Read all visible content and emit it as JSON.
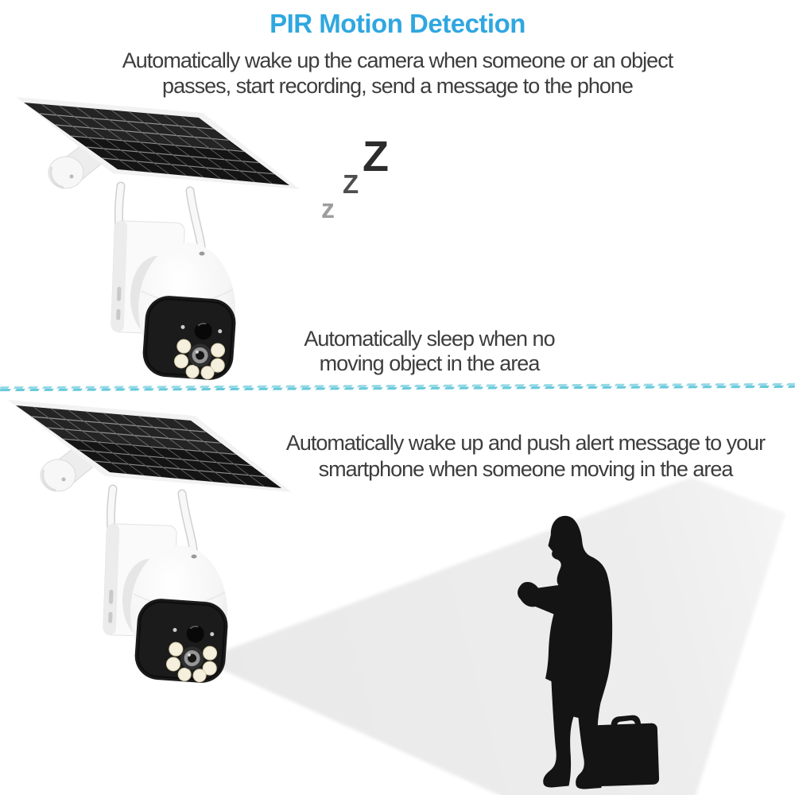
{
  "title": {
    "text": "PIR Motion Detection"
  },
  "subtitle": {
    "line1": "Automatically wake up the camera when someone or an object",
    "line2": "passes, start recording, send a message to the phone"
  },
  "sleep": {
    "z_large": "Z",
    "z_medium": "Z",
    "z_small": "z",
    "caption_line1": "Automatically sleep when no",
    "caption_line2": "moving object in the area"
  },
  "alert": {
    "caption_line1": "Automatically wake up and push alert message to your",
    "caption_line2": "smartphone when someone moving in the area"
  },
  "colors": {
    "title_blue": "#2fa7e0",
    "body_text": "#3d3d3d",
    "zzz_dark": "#2c2c2c",
    "zzz_mid": "#4e4e4e",
    "zzz_light": "#9e9e9e",
    "divider_cyan": "#68c9db",
    "beam_gray": "#ededed",
    "silhouette_black": "#141414",
    "background": "#ffffff"
  },
  "illustrations": {
    "camera_top": "Solar-powered wireless PTZ security camera (sleeping)",
    "camera_bottom": "Solar-powered wireless PTZ security camera (motion detected)",
    "beam": "PIR motion detection beam",
    "person": "Silhouette of a man looking at smartphone with briefcase"
  }
}
